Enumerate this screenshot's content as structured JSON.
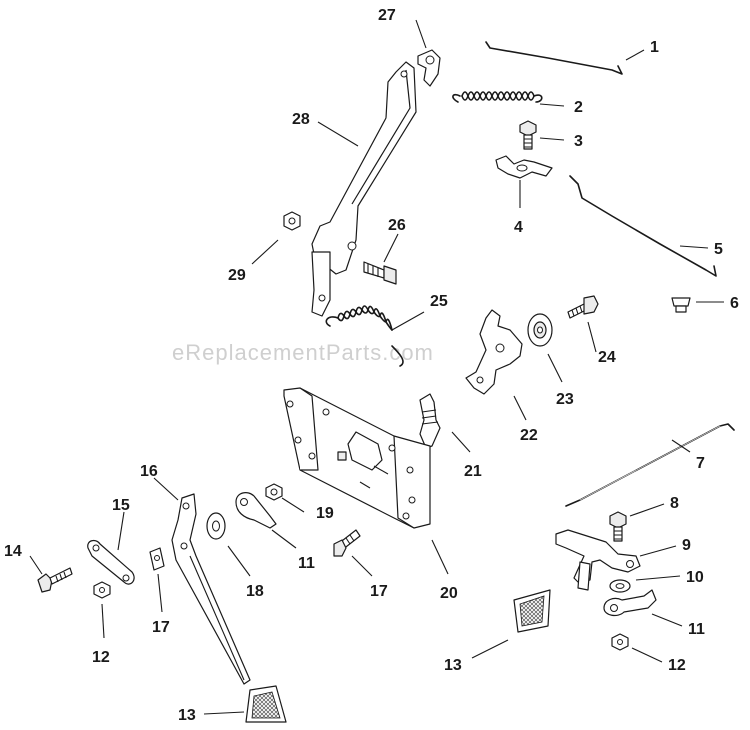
{
  "watermark": "eReplacementParts.com",
  "labels": {
    "l1": "1",
    "l2": "2",
    "l3": "3",
    "l4": "4",
    "l5": "5",
    "l6": "6",
    "l7": "7",
    "l8": "8",
    "l9": "9",
    "l10": "10",
    "l11a": "11",
    "l11b": "11",
    "l12a": "12",
    "l12b": "12",
    "l13a": "13",
    "l13b": "13",
    "l14": "14",
    "l15": "15",
    "l16": "16",
    "l17a": "17",
    "l17b": "17",
    "l18": "18",
    "l19": "19",
    "l20": "20",
    "l21": "21",
    "l22": "22",
    "l23": "23",
    "l24": "24",
    "l25": "25",
    "l26": "26",
    "l27": "27",
    "l28": "28",
    "l29": "29"
  }
}
